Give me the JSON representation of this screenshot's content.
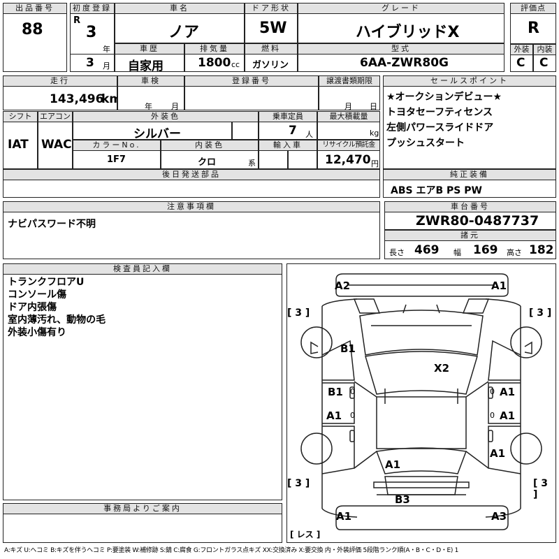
{
  "header": {
    "lot_label": "出品番号",
    "lot": "88",
    "reg_label": "初度登録",
    "era": "R",
    "year": "3",
    "year_unit": "年",
    "month": "3",
    "month_unit": "月",
    "name_label": "車名",
    "name": "ノア",
    "door_label": "ドア形状",
    "door": "5W",
    "grade_label": "グレード",
    "grade": "ハイブリッドX",
    "score_label": "評価点",
    "score": "R",
    "history_label": "車歴",
    "history": "自家用",
    "disp_label": "排気量",
    "disp": "1800",
    "disp_unit": "cc",
    "fuel_label": "燃料",
    "fuel": "ガソリン",
    "model_label": "型式",
    "model": "6AA-ZWR80G",
    "ext_label": "外装",
    "ext": "C",
    "int_label": "内装",
    "int": "C"
  },
  "row2": {
    "km_label": "走行",
    "km": "143,496",
    "km_unit": "km",
    "inspect_label": "車検",
    "inspect_year": "年",
    "inspect_month": "月",
    "plate_label": "登録番号",
    "transfer_label": "譲渡書類期限",
    "transfer_month": "月",
    "transfer_day": "日",
    "shift_label": "シフト",
    "shift": "IAT",
    "ac_label": "エアコン",
    "ac": "WAC",
    "color_label": "外装色",
    "color": "シルバー",
    "seats_label": "乗車定員",
    "seats": "7",
    "seats_unit": "人",
    "load_label": "最大積載量",
    "load_unit": "kg",
    "colorno_label": "カラーNo.",
    "colorno": "1F7",
    "intcolor_label": "内装色",
    "intcolor": "クロ",
    "intcolor_unit": "系",
    "import_label": "輸入車",
    "recycle_label": "リサイクル預託金",
    "recycle": "12,470",
    "recycle_unit": "円",
    "later_label": "後日発送部品"
  },
  "sales": {
    "label": "セールスポイント",
    "items": [
      "★オークションデビュー★",
      "トヨタセーフティセンス",
      "左側パワースライドドア",
      "プッシュスタート"
    ]
  },
  "equip": {
    "label": "純正装備",
    "value": "ABS エアB PS PW"
  },
  "caution": {
    "label": "注意事項欄",
    "value": "ナビパスワード不明"
  },
  "chassis": {
    "label": "車台番号",
    "value": "ZWR80-0487737",
    "dims_label": "諸元",
    "len_label": "長さ",
    "len": "469",
    "wid_label": "幅",
    "wid": "169",
    "hgt_label": "高さ",
    "hgt": "182"
  },
  "inspector": {
    "label": "検査員記入欄",
    "notes": [
      "トランクフロアU",
      "コンソール傷",
      "ドア内張傷",
      "室内薄汚れ、動物の毛",
      "外装小傷有り"
    ]
  },
  "office": {
    "label": "事務局よりご案内"
  },
  "diagram": {
    "marks": {
      "fl": "A2",
      "fr": "A1",
      "lf": "B1",
      "roof": "X2",
      "ldf": "B1",
      "rdf": "A1",
      "ldr": "A1",
      "rdr": "A1",
      "rq": "A1",
      "tail": "A1",
      "rb": "B3",
      "rl": "A1",
      "rr": "A3"
    },
    "tires": [
      "[ 3 ]",
      "[ 3 ]",
      "[ 3 ]",
      "[ 3 ]"
    ],
    "spare": "[ レス ]",
    "small": "0"
  },
  "legend": "A:キズ U:ヘコミ B:キズを伴うヘコミ P:要塗装 W:補修跡 S:錆 C:腐食 G:フロントガラス点キズ XX:交換済み X:要交換 内・外装評価 5段階ランク順(A・B・C・D・E) 1"
}
